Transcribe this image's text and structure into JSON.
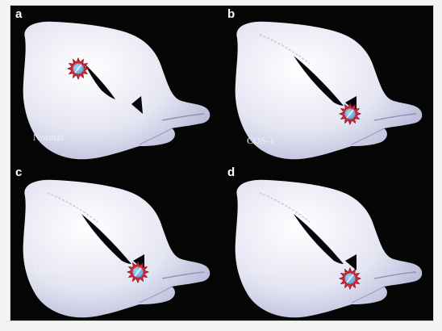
{
  "figure": {
    "panels": [
      {
        "letter": "a",
        "caption": "Normal",
        "lesion_site": "anterior-wall",
        "lumen_continuous": false
      },
      {
        "letter": "b",
        "caption": "COS-1",
        "lesion_site": "anterior-junction",
        "lumen_continuous": true
      },
      {
        "letter": "c",
        "caption": "COS-2+",
        "lesion_site": "anterior-junction",
        "lumen_continuous": true
      },
      {
        "letter": "d",
        "caption": "COS-2-",
        "lesion_site": "posterior-junction",
        "lumen_continuous": true
      }
    ],
    "colors": {
      "background": "#050505",
      "organ_light": "#ffffff",
      "organ_shade": "#b7b9d8",
      "lumen": "#05050c",
      "lesion_outer": "#d62a3a",
      "lesion_inner": "#5fa8dc"
    }
  }
}
